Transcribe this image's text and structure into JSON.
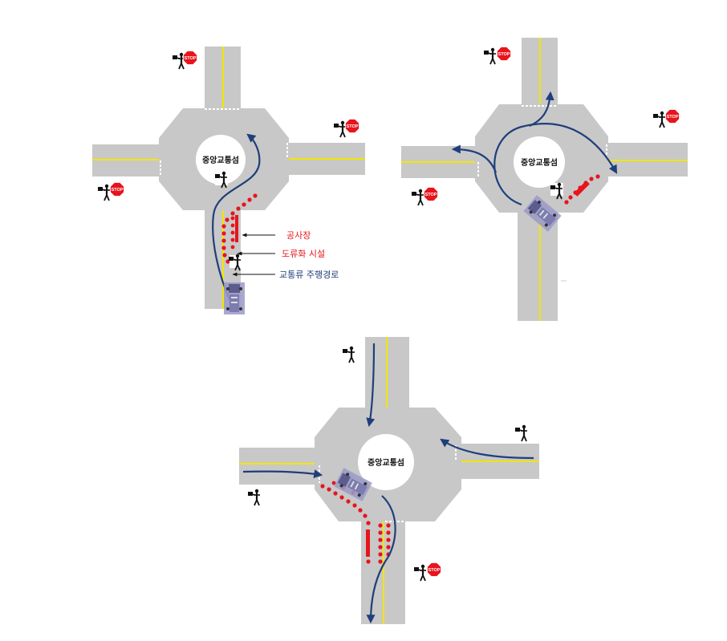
{
  "diagrams": [
    {
      "island_label": "중앙교통섬",
      "legend": {
        "work_zone": "공사장",
        "channelizing": "도류화 시설",
        "traffic_path": "교통류 주행경로"
      }
    },
    {
      "island_label": "중앙교통섬"
    },
    {
      "island_label": "중앙교통섬"
    }
  ],
  "stop_sign_text": "STOP",
  "colors": {
    "road": "#c8c8c8",
    "center_line": "#f2e600",
    "cone_dots": "#e8141c",
    "work_zone": "#e8141c",
    "path_arrow": "#1f3f7a",
    "legend_blue": "#1f3f7a"
  },
  "icons": [
    "flagger-icon",
    "stop-sign-icon",
    "truck-icon",
    "arrow-icon"
  ]
}
